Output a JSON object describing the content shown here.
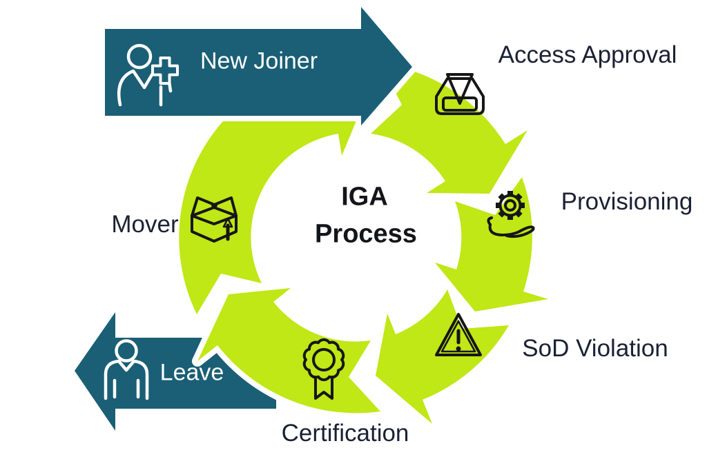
{
  "colors": {
    "teal": "#1a5f75",
    "green": "#c0e716",
    "label_dark": "#1b2134",
    "title_dark": "#14151a",
    "banner_text": "#ffffff",
    "icon_ink": "#161616",
    "background": "#ffffff"
  },
  "banners": {
    "new_joiner": {
      "label": "New Joiner",
      "icon": "person-plus-icon",
      "direction": "right"
    },
    "leave": {
      "label": "Leave",
      "icon": "person-icon",
      "direction": "left"
    }
  },
  "cycle": {
    "center_label_line1": "IGA",
    "center_label_line2": "Process",
    "direction": "clockwise",
    "steps": [
      {
        "label": "Access Approval",
        "icon": "inbox-approval-icon"
      },
      {
        "label": "Provisioning",
        "icon": "gear-hand-icon"
      },
      {
        "label": "SoD Violation",
        "icon": "warning-triangle-icon"
      },
      {
        "label": "Certification",
        "icon": "award-ribbon-icon"
      },
      {
        "label": "Mover",
        "icon": "open-box-icon"
      }
    ]
  }
}
